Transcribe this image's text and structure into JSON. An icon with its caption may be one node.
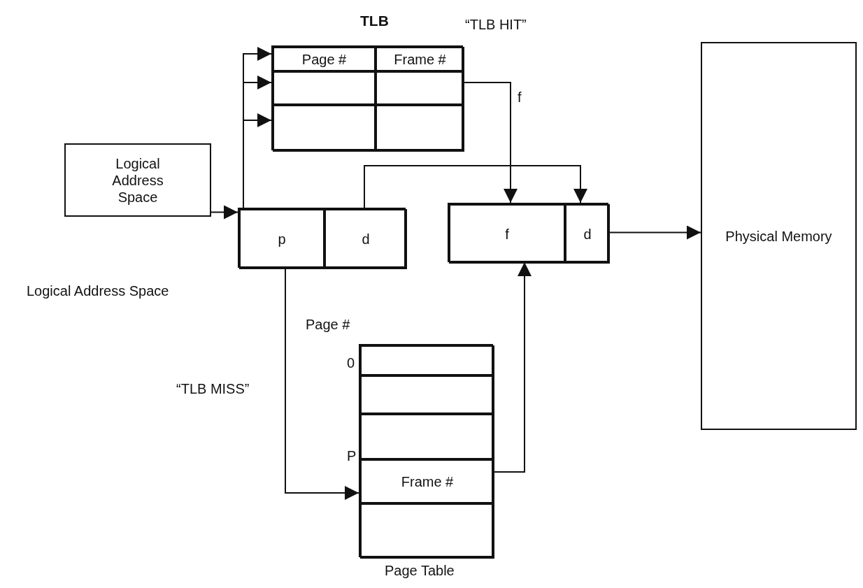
{
  "diagram": {
    "nodes": [
      {
        "text": [
          "Logical Address Space"
        ]
      },
      {
        "text": [
          "TLB"
        ]
      },
      {
        "text": [
          "Page #"
        ],
        "in": 1
      },
      {
        "text": [
          "Frame #"
        ],
        "in": 1
      },
      {
        "text": [],
        "shape": "box",
        "in": 1
      },
      {
        "text": [],
        "shape": "box",
        "in": 1
      },
      {
        "text": [],
        "shape": "box",
        "in": 1
      },
      {
        "text": [],
        "shape": "box",
        "in": 1
      },
      {
        "text": [],
        "shape": "box"
      },
      {
        "text": [
          "p"
        ],
        "in": 8
      },
      {
        "text": [
          "d"
        ],
        "in": 8
      },
      {
        "text": [],
        "shape": "box"
      },
      {
        "text": [
          "f"
        ],
        "in": 11
      },
      {
        "text": [
          "d"
        ],
        "in": 11
      },
      {
        "text": [
          "Physical Memory"
        ]
      },
      {
        "text": [
          "Page #",
          "Page Table"
        ]
      },
      {
        "text": [],
        "shape": "box",
        "in": 15
      },
      {
        "text": [],
        "shape": "box",
        "in": 15
      },
      {
        "text": [],
        "shape": "box",
        "in": 15
      },
      {
        "text": [
          "Frame #"
        ],
        "in": 15
      },
      {
        "text": [],
        "shape": "box",
        "in": 15
      }
    ],
    "edges": [
      {
        "from": 0,
        "to": 8,
        "arrow": "to"
      },
      {
        "from": 9,
        "to": 2,
        "arrow": "to"
      },
      {
        "from": 9,
        "to": 4,
        "arrow": "to"
      },
      {
        "from": 9,
        "to": 6,
        "arrow": "to"
      },
      {
        "from": 5,
        "to": 12,
        "arrow": "to",
        "label": "f"
      },
      {
        "from": 10,
        "to": 13,
        "arrow": "to"
      },
      {
        "from": 9,
        "to": 19,
        "arrow": "to",
        "label": "“TLB MISS”"
      },
      {
        "from": 19,
        "to": 12,
        "arrow": "to"
      },
      {
        "from": 13,
        "to": 14,
        "arrow": "to"
      }
    ],
    "labels": [
      "“TLB HIT”",
      "Logical Address Space",
      "0",
      "P"
    ]
  }
}
